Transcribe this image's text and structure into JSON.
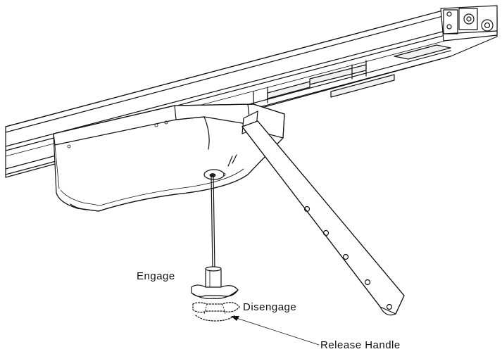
{
  "labels": {
    "engage": "Engage",
    "disengage": "Disengage",
    "release_handle": "Release Handle"
  },
  "colors": {
    "line": "#111111",
    "background": "#ffffff"
  }
}
